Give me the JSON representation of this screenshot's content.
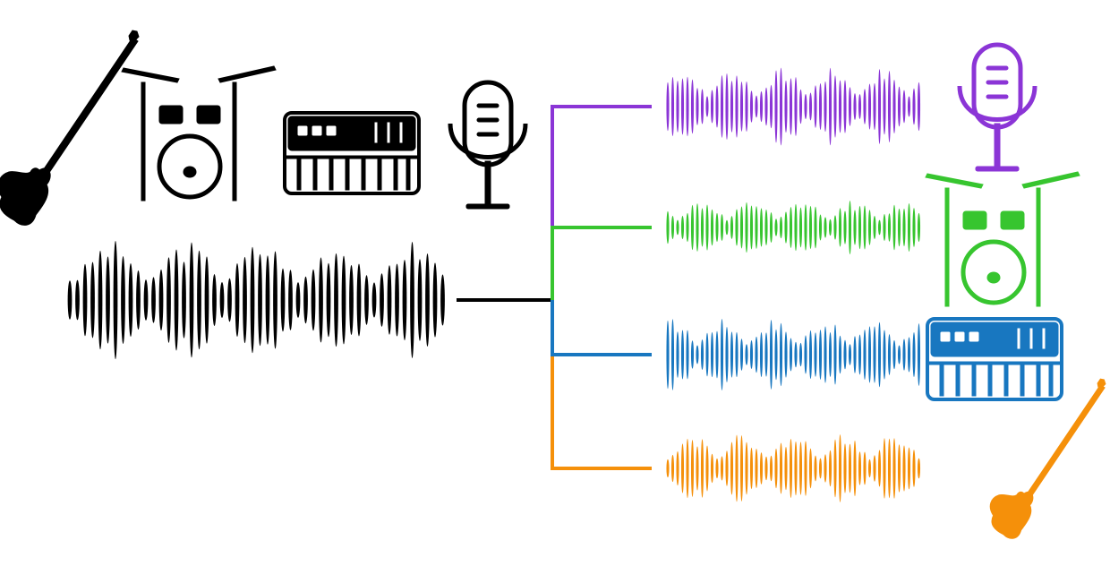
{
  "diagram": {
    "mixture": {
      "color": "#000000",
      "instruments": [
        "guitar-icon",
        "drums-icon",
        "keyboard-icon",
        "microphone-icon"
      ]
    },
    "stems": [
      {
        "id": "vocals",
        "icon": "microphone-icon",
        "color": "#8b35d6"
      },
      {
        "id": "drums",
        "icon": "drums-icon",
        "color": "#37c52f"
      },
      {
        "id": "keyboard",
        "icon": "keyboard-icon",
        "color": "#1877c0"
      },
      {
        "id": "guitar",
        "icon": "guitar-icon",
        "color": "#f5900a"
      }
    ]
  }
}
